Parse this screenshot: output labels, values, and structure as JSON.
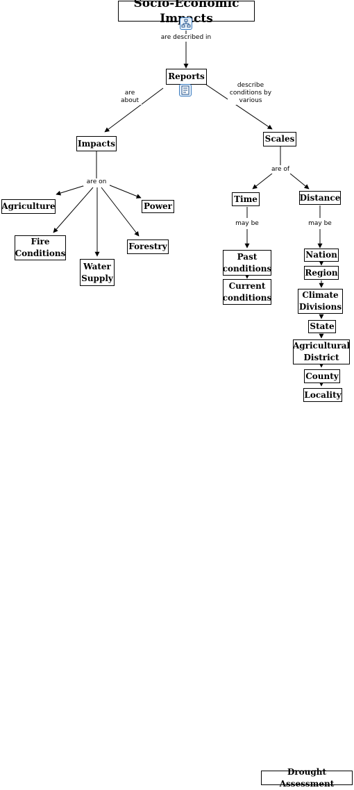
{
  "nodes": {
    "title": "Socio-Economic Impacts",
    "reports": "Reports",
    "impacts": "Impacts",
    "scales": "Scales",
    "agriculture": "Agriculture",
    "power": "Power",
    "fire_conditions": "Fire Conditions",
    "water_supply": "Water Supply",
    "forestry": "Forestry",
    "time": "Time",
    "distance": "Distance",
    "past_conditions": "Past conditions",
    "current_conditions": "Current conditions",
    "nation": "Nation",
    "region": "Region",
    "climate_divisions": "Climate Divisions",
    "state": "State",
    "agricultural_district": "Agricultural District",
    "county": "County",
    "locality": "Locality",
    "drought_assessment": "Drought Assessment"
  },
  "links": {
    "are_described_in": "are described in",
    "are_about": "are about",
    "describe_conditions": "describe conditions by various",
    "are_on": "are on",
    "are_of": "are of",
    "may_be_time": "may be",
    "may_be_distance": "may be"
  },
  "icons": {
    "title_icon": "concept-map-icon",
    "reports_icon": "document-icon"
  }
}
